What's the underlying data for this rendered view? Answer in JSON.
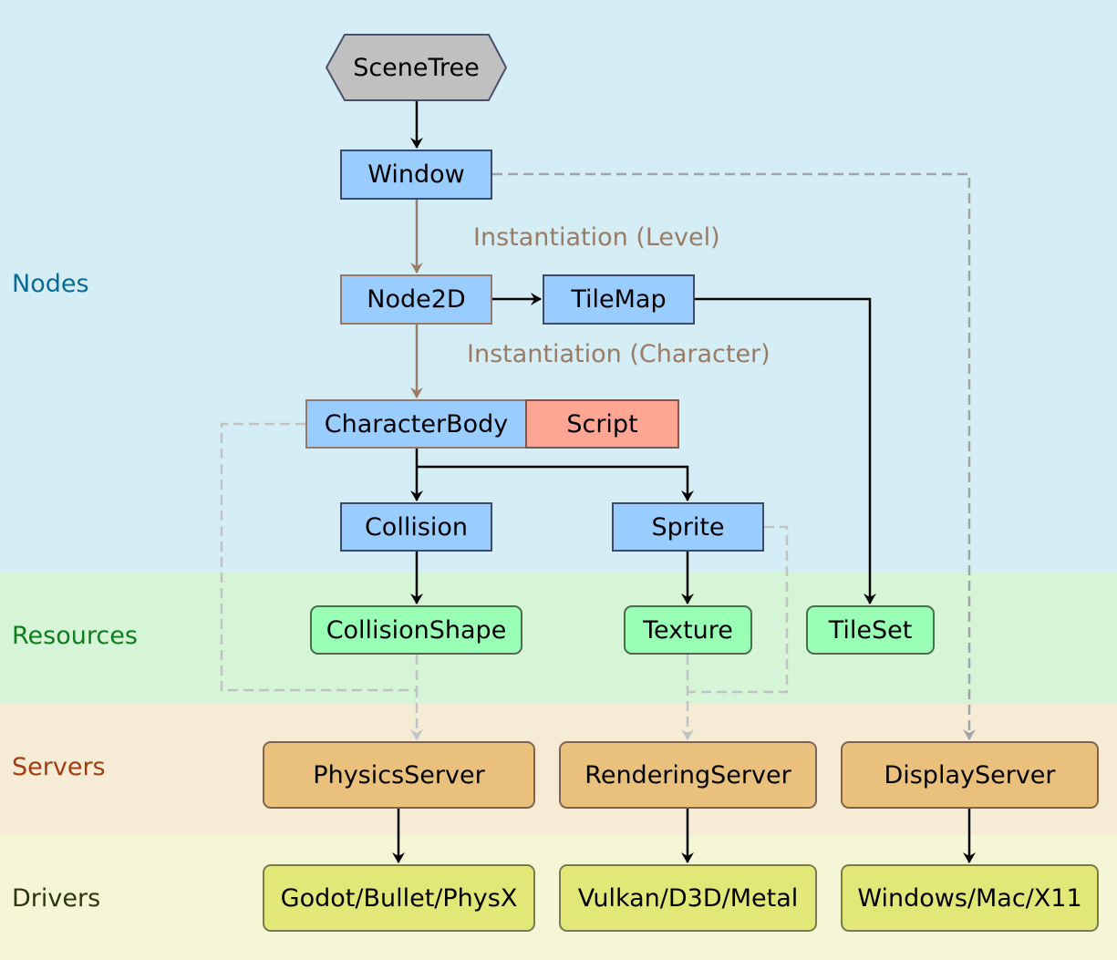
{
  "layers": {
    "nodes": {
      "label": "Nodes",
      "color": "#0a6a96",
      "bg": "#d5eef6"
    },
    "resources": {
      "label": "Resources",
      "color": "#0e7d1e",
      "bg": "#d6f5d6"
    },
    "servers": {
      "label": "Servers",
      "color": "#a23c10",
      "bg": "#f6ecd6"
    },
    "drivers": {
      "label": "Drivers",
      "color": "#2e3610",
      "bg": "#f5f6d6"
    }
  },
  "nodes": {
    "scenetree": "SceneTree",
    "window": "Window",
    "node2d": "Node2D",
    "tilemap": "TileMap",
    "characterbody": "CharacterBody",
    "script": "Script",
    "collision": "Collision",
    "sprite": "Sprite"
  },
  "resources": {
    "collisionshape": "CollisionShape",
    "texture": "Texture",
    "tileset": "TileSet"
  },
  "servers": {
    "physics": "PhysicsServer",
    "rendering": "RenderingServer",
    "display": "DisplayServer"
  },
  "drivers": {
    "physics": "Godot/Bullet/PhysX",
    "rendering": "Vulkan/D3D/Metal",
    "display": "Windows/Mac/X11"
  },
  "edge_labels": {
    "level": "Instantiation (Level)",
    "character": "Instantiation (Character)"
  },
  "colors": {
    "solid_edge": "#000000",
    "instantiation_edge": "#9a7b66",
    "dashed_edge_dark": "#a0a4a8",
    "dashed_edge_light": "#c0c2c4"
  }
}
